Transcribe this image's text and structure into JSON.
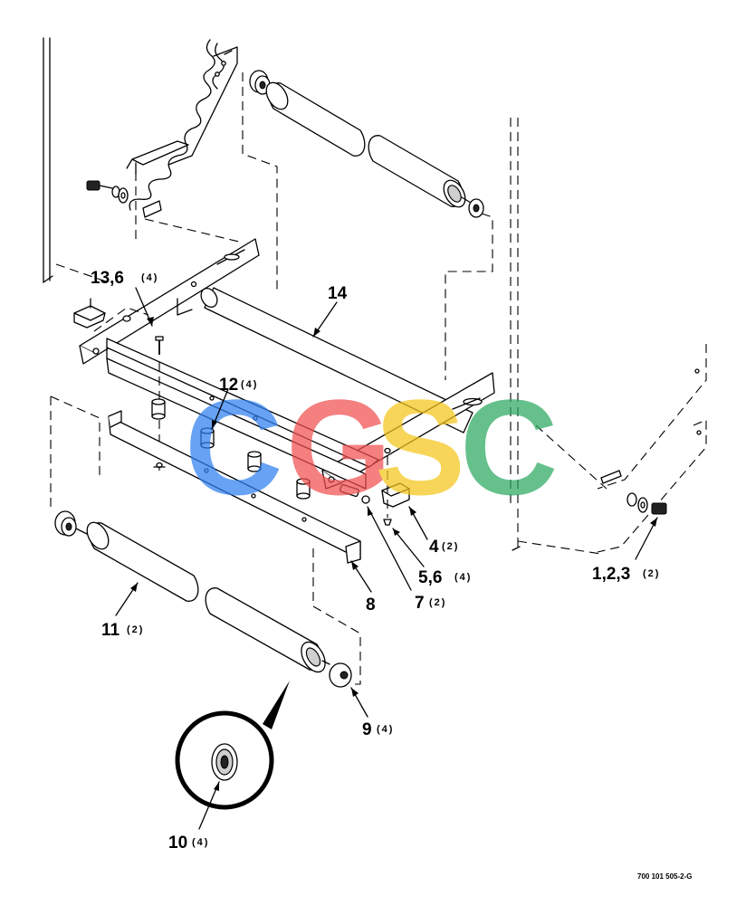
{
  "callouts": {
    "c13": {
      "num": "13,6",
      "qty": "(4)"
    },
    "c14": {
      "num": "14",
      "qty": ""
    },
    "c12": {
      "num": "12",
      "qty": "(4)"
    },
    "c4": {
      "num": "4",
      "qty": "(2)"
    },
    "c56": {
      "num": "5,6",
      "qty": "(4)"
    },
    "c7": {
      "num": "7",
      "qty": "(2)"
    },
    "c8": {
      "num": "8",
      "qty": ""
    },
    "c123": {
      "num": "1,2,3",
      "qty": "(2)"
    },
    "c11": {
      "num": "11",
      "qty": "(2)"
    },
    "c9": {
      "num": "9",
      "qty": "(4)"
    },
    "c10": {
      "num": "10",
      "qty": "(4)"
    }
  },
  "watermark": {
    "letters": [
      "C",
      "G",
      "S",
      "C"
    ],
    "colors": [
      "#2f7ff0",
      "#f05050",
      "#f5c518",
      "#2aa860"
    ]
  },
  "document_number": "700 101 505-2-G"
}
